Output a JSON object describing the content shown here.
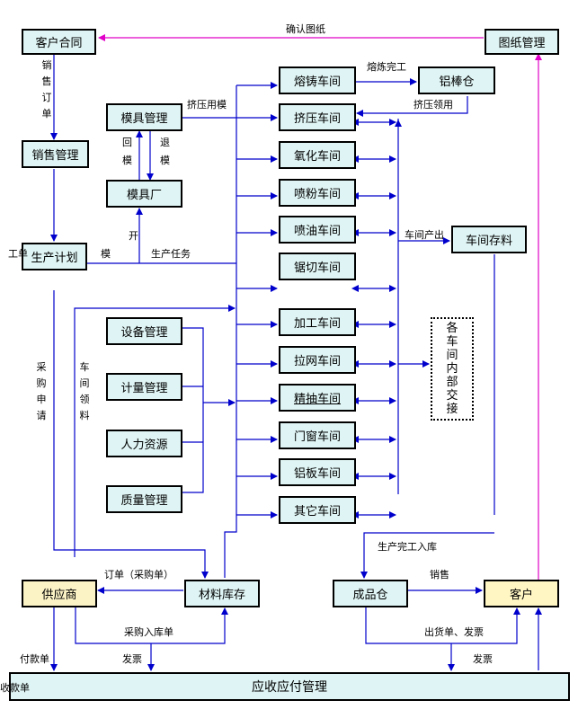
{
  "nodes": {
    "customer_contract": "客户合同",
    "drawing_mgmt": "图纸管理",
    "sales_mgmt": "销售管理",
    "mold_mgmt": "模具管理",
    "mold_factory": "模具厂",
    "production_plan": "生产计划",
    "casting": "熔铸车间",
    "al_rod_store": "铝棒仓",
    "extrusion": "挤压车间",
    "oxidation": "氧化车间",
    "powder": "喷粉车间",
    "paint": "喷油车间",
    "saw": "锯切车间",
    "workshop_stock": "车间存料",
    "equipment": "设备管理",
    "machining": "加工车间",
    "wire_drawing": "拉网车间",
    "metering": "计量管理",
    "fine_draw": "精抽车间",
    "hr": "人力资源",
    "door_window": "门窗车间",
    "al_plate": "铝板车间",
    "quality": "质量管理",
    "other_ws": "其它车间",
    "handover": "各车间内部交接",
    "supplier": "供应商",
    "material_store": "材料库存",
    "finished_store": "成品仓",
    "customer": "客户",
    "ar_ap": "应收应付管理"
  },
  "labels": {
    "confirm_drawing": "确认图纸",
    "sales_order": "销售订单",
    "smelt_done": "熔炼完工",
    "extrusion_mold": "挤压用模",
    "extrusion_pick": "挤压领用",
    "return_mold_1": "回",
    "return_mold_2": "模",
    "return_mold_3": "退",
    "return_mold_4": "模",
    "open": "开",
    "work": "工单",
    "mold": "模",
    "production_task": "生产任务",
    "ws_output": "车间产出",
    "purchase_request": "采购申请",
    "ws_pick": "车间领料",
    "finish_in": "生产完工入库",
    "po": "订单（采购单）",
    "sales": "销售",
    "purchase_in": "采购入库单",
    "delivery_invoice": "出货单、发票",
    "payment_slip": "付款单",
    "invoice_1": "发票",
    "invoice_2": "发票",
    "receipt_slip": "收款单"
  },
  "colors": {
    "arrow_blue": "#0000cc",
    "arrow_magenta": "#e000c8",
    "box_cyan": "#dff4f4",
    "box_yellow": "#fff6c4"
  }
}
